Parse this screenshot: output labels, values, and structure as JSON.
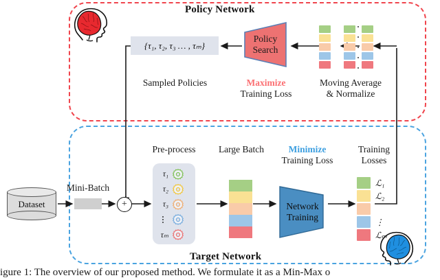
{
  "figure": {
    "caption": "igure 1:  The overview of our proposed method.   We formulate it as a Min-Max o",
    "policy_network": {
      "title": "Policy Network",
      "brain_icon": "red-brain-head-icon",
      "sampled_policies": {
        "value": "{τ₁, τ₂, τ₃ … , τₘ}",
        "label": "Sampled Policies"
      },
      "policy_search": {
        "line1": "Policy",
        "line2": "Search",
        "color": "#ed7272",
        "objective_accent": "Maximize",
        "objective_sub": "Training Loss",
        "accent_color": "#fb6f72"
      },
      "moving_average": {
        "line1": "Moving Average",
        "line2": "& Normalize",
        "columns": 3,
        "chip_colors": [
          "#a5cf85",
          "#fae194",
          "#f9cba9",
          "#9dc6e8",
          "#ef787e"
        ]
      }
    },
    "target_network": {
      "title": "Target Network",
      "brain_icon": "blue-brain-head-icon",
      "dataset": {
        "label": "Dataset",
        "icon": "database-cylinder-icon"
      },
      "minibatch": {
        "label": "Mini-Batch"
      },
      "sum_node": {
        "symbol": "+"
      },
      "preprocess": {
        "label": "Pre-process",
        "rows": [
          {
            "tau": "τ₁",
            "gear_color": "#7cbf4f"
          },
          {
            "tau": "τ₂",
            "gear_color": "#f2c430"
          },
          {
            "tau": "τ₃",
            "gear_color": "#f0a868"
          },
          {
            "tau": "⋮",
            "gear_color": "#6fa8dc"
          },
          {
            "tau": "τₘ",
            "gear_color": "#ec6b6b"
          }
        ]
      },
      "large_batch": {
        "label": "Large Batch",
        "segments": [
          "#a5cf85",
          "#fae194",
          "#f9cba9",
          "#9dc6e8",
          "#ef787e"
        ]
      },
      "network_training": {
        "line1": "Network",
        "line2": "Training",
        "color": "#4a8ec2",
        "objective_accent": "Minimize",
        "objective_sub": "Training Loss",
        "accent_color": "#3d9fe0"
      },
      "training_losses": {
        "line1": "Training",
        "line2": "Losses",
        "items": [
          {
            "color": "#a5cf85",
            "name": "ℒ₁"
          },
          {
            "color": "#fae194",
            "name": "ℒ₂"
          },
          {
            "color": "#f9cba9",
            "name": ""
          },
          {
            "color": "#9dc6e8",
            "name": "⋮"
          },
          {
            "color": "#ef787e",
            "name": "ℒₘ"
          }
        ]
      }
    },
    "colors": {
      "policy_border": "#f0444c",
      "target_border": "#4aa3e0",
      "wire": "#1a1a1a"
    }
  }
}
